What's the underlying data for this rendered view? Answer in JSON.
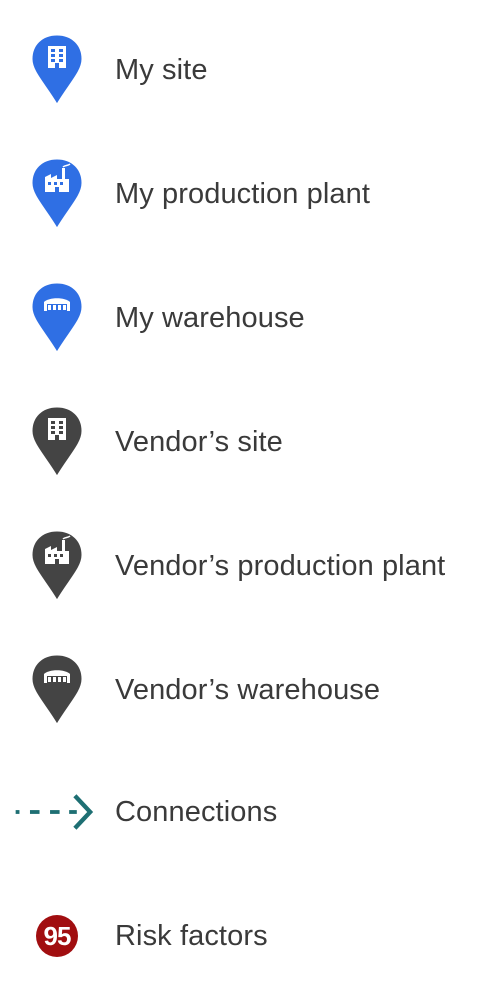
{
  "legend": {
    "items": [
      {
        "label": "My site",
        "icon": "site-pin-icon",
        "color": "#2f6fe4"
      },
      {
        "label": "My production plant",
        "icon": "production-plant-pin-icon",
        "color": "#2f6fe4"
      },
      {
        "label": "My warehouse",
        "icon": "warehouse-pin-icon",
        "color": "#2f6fe4"
      },
      {
        "label": "Vendor’s site",
        "icon": "site-pin-icon",
        "color": "#444444"
      },
      {
        "label": "Vendor’s production plant",
        "icon": "production-plant-pin-icon",
        "color": "#444444"
      },
      {
        "label": "Vendor’s warehouse",
        "icon": "warehouse-pin-icon",
        "color": "#444444"
      },
      {
        "label": "Connections",
        "icon": "dashed-arrow-icon",
        "color": "#1e6f73"
      },
      {
        "label": "Risk factors",
        "icon": "risk-badge-icon",
        "color": "#a10e10",
        "badge_text": "95"
      }
    ]
  }
}
